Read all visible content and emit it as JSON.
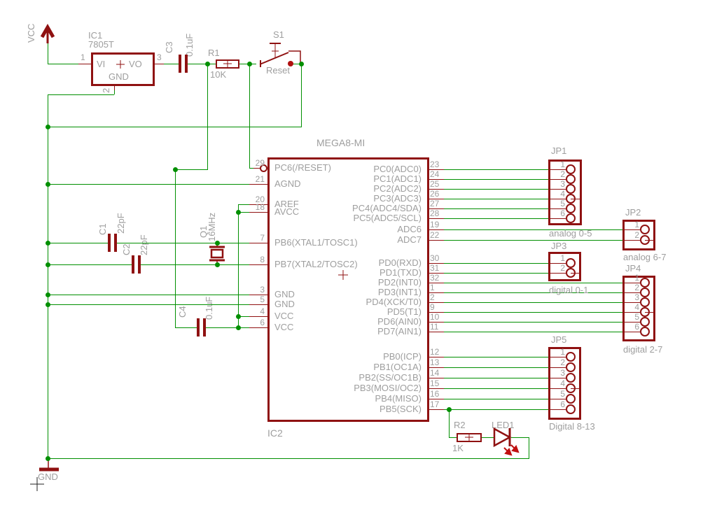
{
  "power": {
    "vcc": "VCC",
    "gnd": "GND"
  },
  "regulator": {
    "ref": "IC1",
    "value": "7805T",
    "input_label": "VI",
    "output_label": "VO",
    "ground_label": "GND",
    "pin_input": "1",
    "pin_output": "3",
    "pin_ground": "2"
  },
  "reset": {
    "resistor_ref": "R1",
    "resistor_value": "10K",
    "switch_ref": "S1",
    "switch_label": "Reset"
  },
  "crystal": {
    "ref": "Q1",
    "value": "16MHz"
  },
  "capacitors": {
    "c1_ref": "C1",
    "c1_value": "22pF",
    "c2_ref": "C2",
    "c2_value": "22pF",
    "c3_ref": "C3",
    "c3_value": "0.1uF",
    "c4_ref": "C4",
    "c4_value": "0.1uF"
  },
  "led_circuit": {
    "resistor_ref": "R2",
    "resistor_value": "1K",
    "led_ref": "LED1"
  },
  "mcu": {
    "name": "MEGA8-MI",
    "ref": "IC2",
    "left_pins": [
      {
        "num": "29",
        "name": "PC6(/RESET)"
      },
      {
        "num": "21",
        "name": "AGND"
      },
      {
        "num": "20",
        "name": "AREF"
      },
      {
        "num": "18",
        "name": "AVCC"
      },
      {
        "num": "7",
        "name": "PB6(XTAL1/TOSC1)"
      },
      {
        "num": "8",
        "name": "PB7(XTAL2/TOSC2)"
      },
      {
        "num": "3",
        "name": "GND"
      },
      {
        "num": "5",
        "name": "GND"
      },
      {
        "num": "4",
        "name": "VCC"
      },
      {
        "num": "6",
        "name": "VCC"
      }
    ],
    "right_pins": [
      {
        "num": "23",
        "name": "PC0(ADC0)"
      },
      {
        "num": "24",
        "name": "PC1(ADC1)"
      },
      {
        "num": "25",
        "name": "PC2(ADC2)"
      },
      {
        "num": "26",
        "name": "PC3(ADC3)"
      },
      {
        "num": "27",
        "name": "PC4(ADC4/SDA)"
      },
      {
        "num": "28",
        "name": "PC5(ADC5/SCL)"
      },
      {
        "num": "19",
        "name": "ADC6"
      },
      {
        "num": "22",
        "name": "ADC7"
      },
      {
        "num": "30",
        "name": "PD0(RXD)"
      },
      {
        "num": "31",
        "name": "PD1(TXD)"
      },
      {
        "num": "32",
        "name": "PD2(INT0)"
      },
      {
        "num": "1",
        "name": "PD3(INT1)"
      },
      {
        "num": "2",
        "name": "PD4(XCK/T0)"
      },
      {
        "num": "9",
        "name": "PD5(T1)"
      },
      {
        "num": "10",
        "name": "PD6(AIN0)"
      },
      {
        "num": "11",
        "name": "PD7(AIN1)"
      },
      {
        "num": "12",
        "name": "PB0(ICP)"
      },
      {
        "num": "13",
        "name": "PB1(OC1A)"
      },
      {
        "num": "14",
        "name": "PB2(SS/OC1B)"
      },
      {
        "num": "15",
        "name": "PB3(MOSI/OC2)"
      },
      {
        "num": "16",
        "name": "PB4(MISO)"
      },
      {
        "num": "17",
        "name": "PB5(SCK)"
      }
    ]
  },
  "connectors": [
    {
      "ref": "JP1",
      "label": "analog 0-5",
      "pins": [
        "1",
        "2",
        "3",
        "4",
        "5",
        "6"
      ]
    },
    {
      "ref": "JP2",
      "label": "analog 6-7",
      "pins": [
        "1",
        "2"
      ]
    },
    {
      "ref": "JP3",
      "label": "digital 0-1",
      "pins": [
        "1",
        "2"
      ]
    },
    {
      "ref": "JP4",
      "label": "digital 2-7",
      "pins": [
        "1",
        "2",
        "3",
        "4",
        "5",
        "6"
      ]
    },
    {
      "ref": "JP5",
      "label": "Digital 8-13",
      "pins": [
        "1",
        "2",
        "3",
        "4",
        "5",
        "6"
      ]
    }
  ]
}
